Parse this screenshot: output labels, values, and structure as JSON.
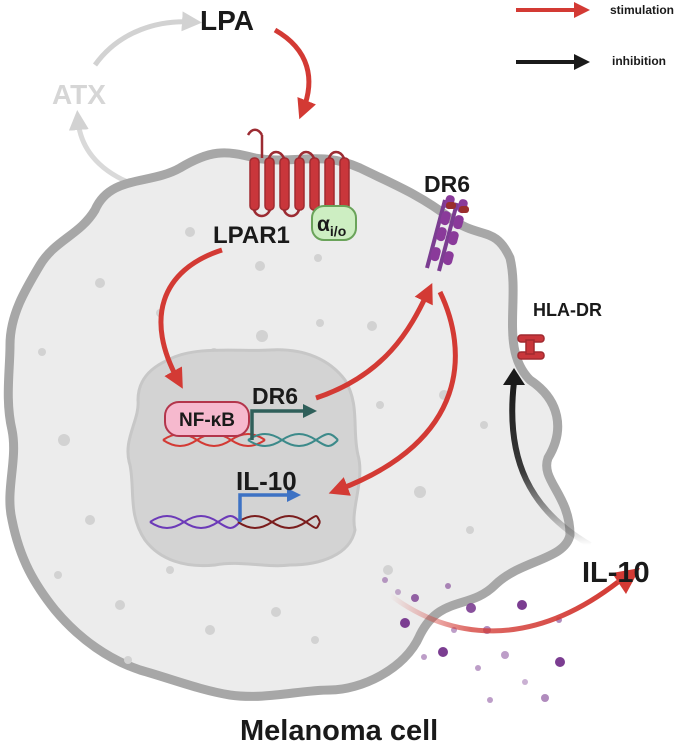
{
  "legend": {
    "stimulation": "stimulation",
    "inhibition": "inhibition",
    "stimulation_color": "#d33a34",
    "inhibition_color": "#1a1a1a"
  },
  "labels": {
    "atx": "ATX",
    "lpa": "LPA",
    "lpar1": "LPAR1",
    "gprotein_main": "α",
    "gprotein_sub": "i/o",
    "dr6_receptor": "DR6",
    "hla_dr": "HLA-DR",
    "nfkb": "NF-κB",
    "dr6_gene": "DR6",
    "il10_gene": "IL-10",
    "il10_secreted": "IL-10",
    "cell": "Melanoma cell"
  },
  "colors": {
    "cell_fill": "#ececec",
    "cell_border": "#a7a7a7",
    "nucleus_fill": "#d3d3d3",
    "receptor_red": "#c9363b",
    "dr6_purple": "#7b3d91",
    "nfkb_fill": "#f6b9ce",
    "gprotein_fill": "#cdeec2",
    "gene_arrow_teal": "#2f5f5a",
    "gene_arrow_blue": "#3d72c4"
  }
}
